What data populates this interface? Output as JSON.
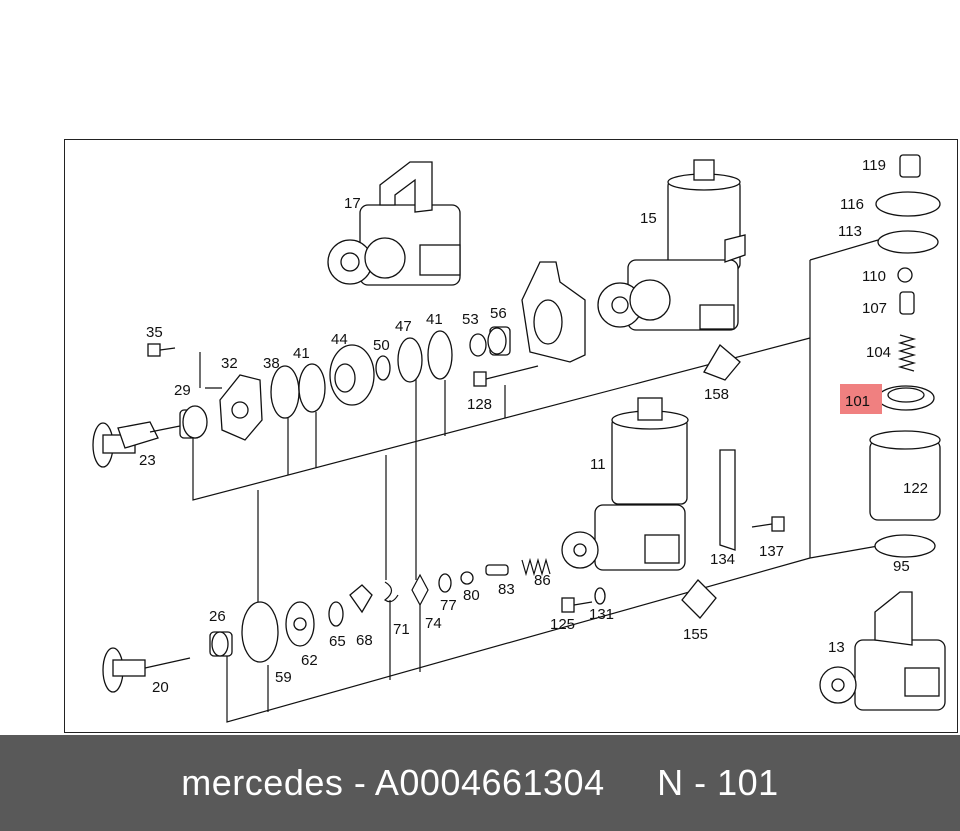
{
  "footer": {
    "brand": "mercedes",
    "separator": " - ",
    "part_number": "A0004661304",
    "ref_prefix": "N - ",
    "ref_number": "101"
  },
  "highlight_color": "#f08080",
  "labels": [
    "17",
    "15",
    "119",
    "116",
    "113",
    "110",
    "107",
    "104",
    "101",
    "122",
    "35",
    "32",
    "38",
    "41",
    "44",
    "50",
    "47",
    "41",
    "53",
    "56",
    "128",
    "158",
    "29",
    "23",
    "11",
    "134",
    "137",
    "95",
    "86",
    "83",
    "80",
    "77",
    "74",
    "71",
    "68",
    "65",
    "62",
    "59",
    "26",
    "20",
    "125",
    "131",
    "155",
    "13"
  ]
}
